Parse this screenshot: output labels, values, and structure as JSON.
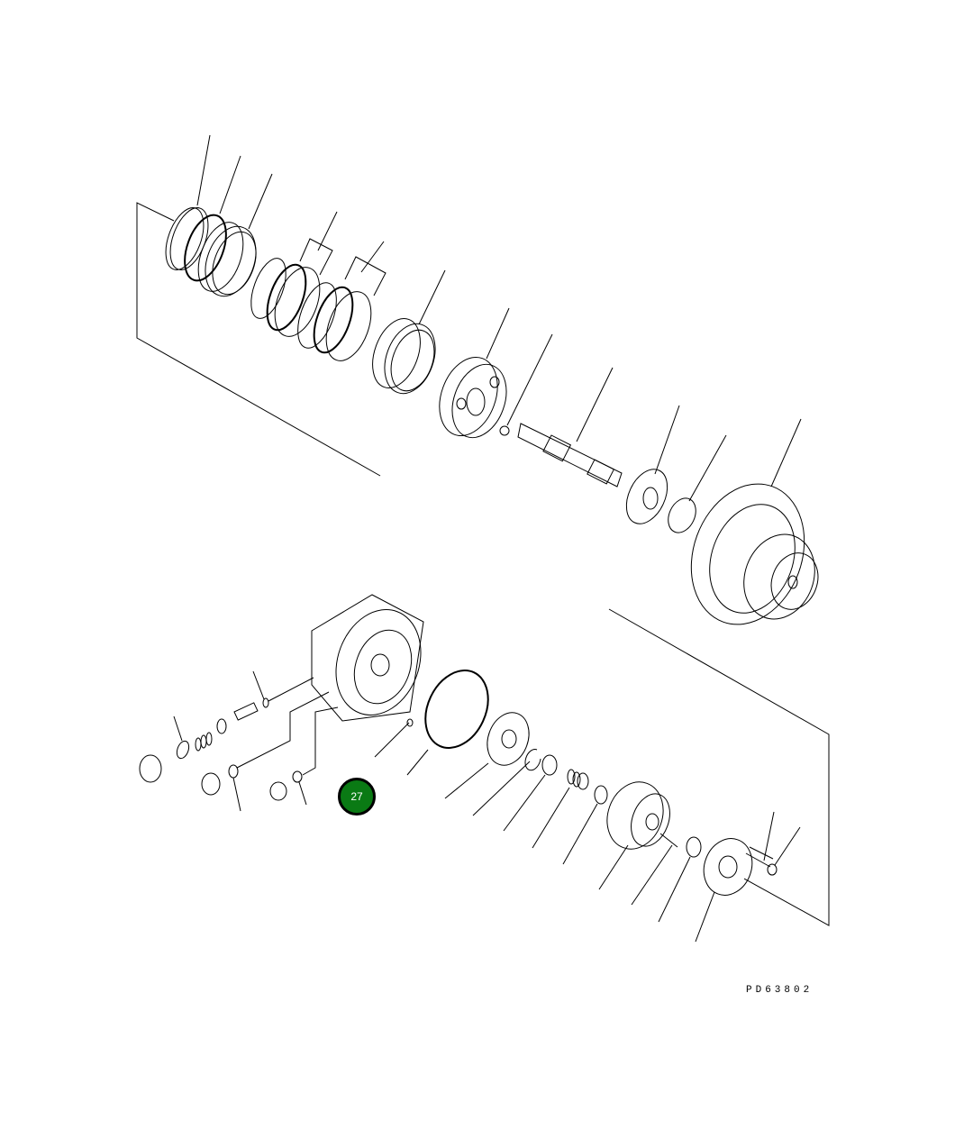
{
  "diagram": {
    "type": "exploded-parts-view",
    "drawing_number": "PD63802",
    "callouts": [
      {
        "label": "27",
        "color": "#0a7a14",
        "border_color": "#000000",
        "text_color": "#ffffff"
      }
    ],
    "line_color": "#000000",
    "background": "#ffffff"
  }
}
